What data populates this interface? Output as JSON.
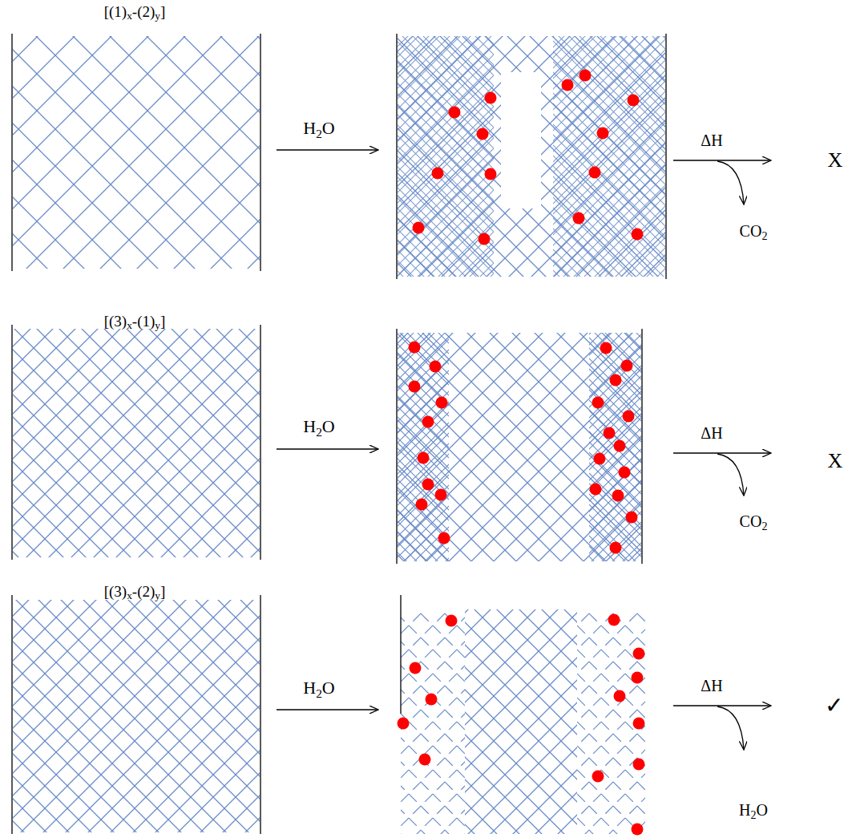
{
  "diagram": {
    "labels": [
      "[(1)x-(2)y]",
      "H2O",
      "ΔH",
      "CO2",
      "X",
      "[(3)x-(1)y]",
      "H2O",
      "ΔH",
      "CO2",
      "X",
      "[(3)x-(2)y]",
      "H2O",
      "ΔH",
      "H2O",
      "✓"
    ]
  }
}
